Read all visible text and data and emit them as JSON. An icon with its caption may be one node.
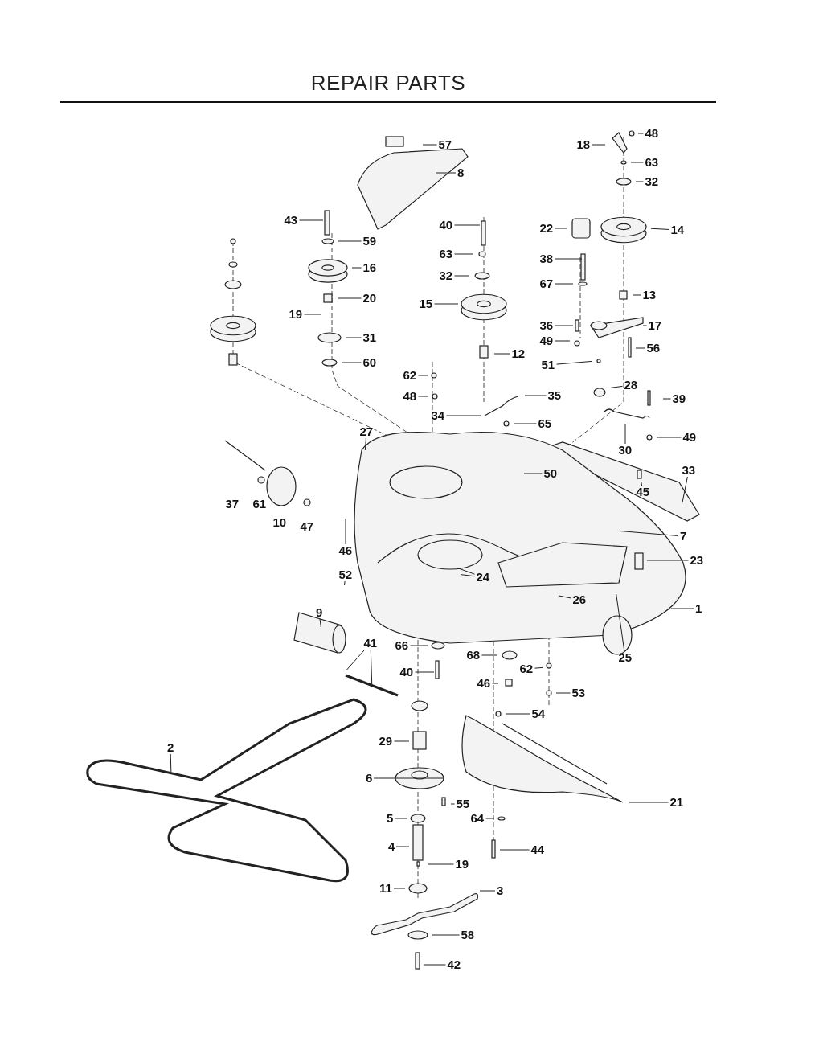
{
  "diagram": {
    "title": "REPAIR PARTS",
    "nodes": [
      {
        "text": [
          "57"
        ]
      },
      {
        "text": [
          "8"
        ]
      },
      {
        "text": [
          "48"
        ]
      },
      {
        "text": [
          "18"
        ]
      },
      {
        "text": [
          "63"
        ]
      },
      {
        "text": [
          "32"
        ]
      },
      {
        "text": [
          "43"
        ]
      },
      {
        "text": [
          "59"
        ]
      },
      {
        "text": [
          "40"
        ]
      },
      {
        "text": [
          "22"
        ]
      },
      {
        "text": [
          "14"
        ]
      },
      {
        "text": [
          "63"
        ]
      },
      {
        "text": [
          "16"
        ]
      },
      {
        "text": [
          "32"
        ]
      },
      {
        "text": [
          "38"
        ]
      },
      {
        "text": [
          "67"
        ]
      },
      {
        "text": [
          "20"
        ]
      },
      {
        "text": [
          "15"
        ]
      },
      {
        "text": [
          "13"
        ]
      },
      {
        "text": [
          "19"
        ]
      },
      {
        "text": [
          "31"
        ]
      },
      {
        "text": [
          "36"
        ]
      },
      {
        "text": [
          "17"
        ]
      },
      {
        "text": [
          "49"
        ]
      },
      {
        "text": [
          "56"
        ]
      },
      {
        "text": [
          "60"
        ]
      },
      {
        "text": [
          "12"
        ]
      },
      {
        "text": [
          "51"
        ]
      },
      {
        "text": [
          "62"
        ]
      },
      {
        "text": [
          "48"
        ]
      },
      {
        "text": [
          "35"
        ]
      },
      {
        "text": [
          "28"
        ]
      },
      {
        "text": [
          "39"
        ]
      },
      {
        "text": [
          "34"
        ]
      },
      {
        "text": [
          "65"
        ]
      },
      {
        "text": [
          "30"
        ]
      },
      {
        "text": [
          "49"
        ]
      },
      {
        "text": [
          "27"
        ]
      },
      {
        "text": [
          "50"
        ]
      },
      {
        "text": [
          "33"
        ]
      },
      {
        "text": [
          "45"
        ]
      },
      {
        "text": [
          "7"
        ]
      },
      {
        "text": [
          "46"
        ]
      },
      {
        "text": [
          "23"
        ]
      },
      {
        "text": [
          "24"
        ]
      },
      {
        "text": [
          "52"
        ]
      },
      {
        "text": [
          "26"
        ]
      },
      {
        "text": [
          "25"
        ]
      },
      {
        "text": [
          "1"
        ]
      },
      {
        "text": [
          "9"
        ]
      },
      {
        "text": [
          "41"
        ]
      },
      {
        "text": [
          "66"
        ]
      },
      {
        "text": [
          "68"
        ]
      },
      {
        "text": [
          "40"
        ]
      },
      {
        "text": [
          "62"
        ]
      },
      {
        "text": [
          "46"
        ]
      },
      {
        "text": [
          "53"
        ]
      },
      {
        "text": [
          "54"
        ]
      },
      {
        "text": [
          "29"
        ]
      },
      {
        "text": [
          "2"
        ]
      },
      {
        "text": [
          "6"
        ]
      },
      {
        "text": [
          "55"
        ]
      },
      {
        "text": [
          "21"
        ]
      },
      {
        "text": [
          "5"
        ]
      },
      {
        "text": [
          "64"
        ]
      },
      {
        "text": [
          "44"
        ]
      },
      {
        "text": [
          "4"
        ]
      },
      {
        "text": [
          "19"
        ]
      },
      {
        "text": [
          "11"
        ]
      },
      {
        "text": [
          "3"
        ]
      },
      {
        "text": [
          "58"
        ]
      },
      {
        "text": [
          "42"
        ]
      }
    ],
    "edges": [
      {
        "from": 0,
        "to": null,
        "arrow": "none"
      },
      {
        "from": 1,
        "to": null,
        "arrow": "none"
      },
      {
        "from": 2,
        "to": null,
        "arrow": "none"
      },
      {
        "from": 3,
        "to": null,
        "arrow": "none"
      },
      {
        "from": 4,
        "to": null,
        "arrow": "none"
      },
      {
        "from": 5,
        "to": null,
        "arrow": "none"
      },
      {
        "from": 6,
        "to": null,
        "arrow": "none"
      },
      {
        "from": 7,
        "to": null,
        "arrow": "none"
      },
      {
        "from": 8,
        "to": null,
        "arrow": "none"
      },
      {
        "from": 9,
        "to": null,
        "arrow": "none"
      },
      {
        "from": 10,
        "to": null,
        "arrow": "none"
      },
      {
        "from": 11,
        "to": null,
        "arrow": "none"
      },
      {
        "from": 12,
        "to": null,
        "arrow": "none"
      },
      {
        "from": 13,
        "to": null,
        "arrow": "none"
      },
      {
        "from": 14,
        "to": null,
        "arrow": "none"
      },
      {
        "from": 15,
        "to": null,
        "arrow": "none"
      },
      {
        "from": 16,
        "to": null,
        "arrow": "none"
      },
      {
        "from": 17,
        "to": null,
        "arrow": "none"
      },
      {
        "from": 18,
        "to": null,
        "arrow": "none"
      },
      {
        "from": 19,
        "to": null,
        "arrow": "none"
      },
      {
        "from": 20,
        "to": null,
        "arrow": "none"
      },
      {
        "from": 21,
        "to": null,
        "arrow": "none"
      },
      {
        "from": 22,
        "to": null,
        "arrow": "none"
      },
      {
        "from": 23,
        "to": null,
        "arrow": "none"
      },
      {
        "from": 24,
        "to": null,
        "arrow": "none"
      },
      {
        "from": 25,
        "to": null,
        "arrow": "none"
      },
      {
        "from": 26,
        "to": null,
        "arrow": "none"
      },
      {
        "from": 27,
        "to": null,
        "arrow": "none"
      },
      {
        "from": 28,
        "to": null,
        "arrow": "none"
      },
      {
        "from": 29,
        "to": null,
        "arrow": "none"
      },
      {
        "from": 30,
        "to": null,
        "arrow": "none"
      },
      {
        "from": 31,
        "to": null,
        "arrow": "none"
      },
      {
        "from": 32,
        "to": null,
        "arrow": "none"
      },
      {
        "from": 33,
        "to": null,
        "arrow": "none"
      },
      {
        "from": 34,
        "to": null,
        "arrow": "none"
      },
      {
        "from": 35,
        "to": null,
        "arrow": "none"
      },
      {
        "from": 36,
        "to": null,
        "arrow": "none"
      },
      {
        "from": 37,
        "to": null,
        "arrow": "none"
      },
      {
        "from": 38,
        "to": null,
        "arrow": "none"
      },
      {
        "from": 39,
        "to": null,
        "arrow": "none"
      },
      {
        "from": 40,
        "to": null,
        "arrow": "none"
      },
      {
        "from": 41,
        "to": null,
        "arrow": "none"
      },
      {
        "from": 42,
        "to": null,
        "arrow": "none"
      },
      {
        "from": 43,
        "to": null,
        "arrow": "none"
      },
      {
        "from": 44,
        "to": null,
        "arrow": "none"
      },
      {
        "from": 44,
        "to": null,
        "arrow": "none"
      },
      {
        "from": 45,
        "to": null,
        "arrow": "none"
      },
      {
        "from": 46,
        "to": null,
        "arrow": "none"
      },
      {
        "from": 47,
        "to": null,
        "arrow": "none"
      },
      {
        "from": 48,
        "to": null,
        "arrow": "none"
      },
      {
        "from": 49,
        "to": null,
        "arrow": "none"
      },
      {
        "from": 50,
        "to": null,
        "arrow": "none"
      },
      {
        "from": 50,
        "to": null,
        "arrow": "none"
      },
      {
        "from": 51,
        "to": null,
        "arrow": "none"
      },
      {
        "from": 52,
        "to": null,
        "arrow": "none"
      },
      {
        "from": 53,
        "to": null,
        "arrow": "none"
      },
      {
        "from": 54,
        "to": null,
        "arrow": "none"
      },
      {
        "from": 55,
        "to": null,
        "arrow": "none"
      },
      {
        "from": 56,
        "to": null,
        "arrow": "none"
      },
      {
        "from": 57,
        "to": null,
        "arrow": "none"
      },
      {
        "from": 58,
        "to": null,
        "arrow": "none"
      },
      {
        "from": 59,
        "to": null,
        "arrow": "none"
      },
      {
        "from": 60,
        "to": null,
        "arrow": "none"
      },
      {
        "from": 61,
        "to": null,
        "arrow": "none"
      },
      {
        "from": 62,
        "to": null,
        "arrow": "none"
      },
      {
        "from": 63,
        "to": null,
        "arrow": "none"
      },
      {
        "from": 64,
        "to": null,
        "arrow": "none"
      },
      {
        "from": 65,
        "to": null,
        "arrow": "none"
      },
      {
        "from": 66,
        "to": null,
        "arrow": "none"
      },
      {
        "from": 67,
        "to": null,
        "arrow": "none"
      },
      {
        "from": 68,
        "to": null,
        "arrow": "none"
      },
      {
        "from": 69,
        "to": null,
        "arrow": "none"
      },
      {
        "from": 70,
        "to": null,
        "arrow": "none"
      },
      {
        "from": 71,
        "to": null,
        "arrow": "none"
      }
    ],
    "labels": [
      "37",
      "61",
      "10",
      "47"
    ]
  }
}
